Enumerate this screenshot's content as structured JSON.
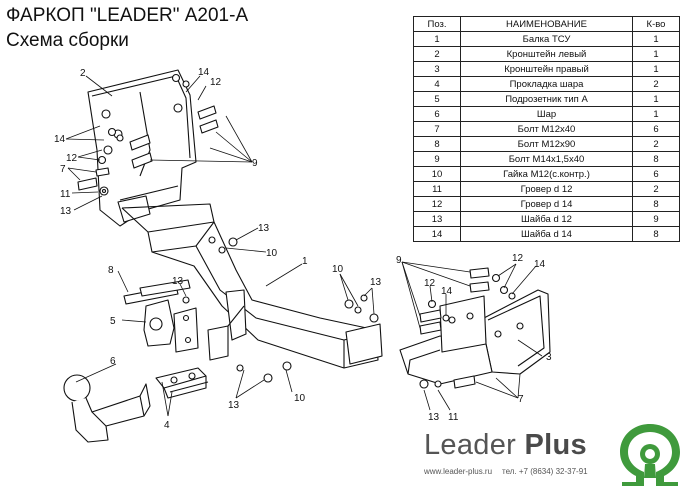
{
  "header": {
    "title": "ФАРКОП \"LEADER\" А201-А",
    "subtitle": "Схема сборки"
  },
  "parts_table": {
    "columns": [
      "Поз.",
      "НАИМЕНОВАНИЕ",
      "К-во"
    ],
    "rows": [
      [
        "1",
        "Балка ТСУ",
        "1"
      ],
      [
        "2",
        "Кронштейн левый",
        "1"
      ],
      [
        "3",
        "Кронштейн правый",
        "1"
      ],
      [
        "4",
        "Прокладка шара",
        "2"
      ],
      [
        "5",
        "Подрозетник тип А",
        "1"
      ],
      [
        "6",
        "Шар",
        "1"
      ],
      [
        "7",
        "Болт М12х40",
        "6"
      ],
      [
        "8",
        "Болт М12х90",
        "2"
      ],
      [
        "9",
        "Болт М14х1,5х40",
        "8"
      ],
      [
        "10",
        "Гайка М12(с.контр.)",
        "6"
      ],
      [
        "11",
        "Гровер d 12",
        "2"
      ],
      [
        "12",
        "Гровер d 14",
        "8"
      ],
      [
        "13",
        "Шайба d 12",
        "9"
      ],
      [
        "14",
        "Шайба d 14",
        "8"
      ]
    ]
  },
  "callouts": [
    {
      "id": "c2",
      "text": "2"
    },
    {
      "id": "c14a",
      "text": "14"
    },
    {
      "id": "c12a",
      "text": "12"
    },
    {
      "id": "c14b",
      "text": "14"
    },
    {
      "id": "c12b",
      "text": "12"
    },
    {
      "id": "c9a",
      "text": "9"
    },
    {
      "id": "c7a",
      "text": "7"
    },
    {
      "id": "c11a",
      "text": "11"
    },
    {
      "id": "c13a",
      "text": "13"
    },
    {
      "id": "c13b",
      "text": "13"
    },
    {
      "id": "c10a",
      "text": "10"
    },
    {
      "id": "c1",
      "text": "1"
    },
    {
      "id": "c8",
      "text": "8"
    },
    {
      "id": "c13c",
      "text": "13"
    },
    {
      "id": "c5",
      "text": "5"
    },
    {
      "id": "c6",
      "text": "6"
    },
    {
      "id": "c4",
      "text": "4"
    },
    {
      "id": "c13d",
      "text": "13"
    },
    {
      "id": "c10b",
      "text": "10"
    },
    {
      "id": "c10c",
      "text": "10"
    },
    {
      "id": "c13e",
      "text": "13"
    },
    {
      "id": "c9b",
      "text": "9"
    },
    {
      "id": "c12c",
      "text": "12"
    },
    {
      "id": "c14c",
      "text": "14"
    },
    {
      "id": "c12d",
      "text": "12"
    },
    {
      "id": "c14d",
      "text": "14"
    },
    {
      "id": "c3",
      "text": "3"
    },
    {
      "id": "c7b",
      "text": "7"
    },
    {
      "id": "c13f",
      "text": "13"
    },
    {
      "id": "c11b",
      "text": "11"
    }
  ],
  "brand": {
    "name_light": "Leader",
    "name_bold": "Plus",
    "website": "www.leader-plus.ru",
    "phone": "тел. +7 (8634) 32-37-91",
    "logo_icon": "leader-plus-omega-logo",
    "accent": "#3f9a3c"
  }
}
